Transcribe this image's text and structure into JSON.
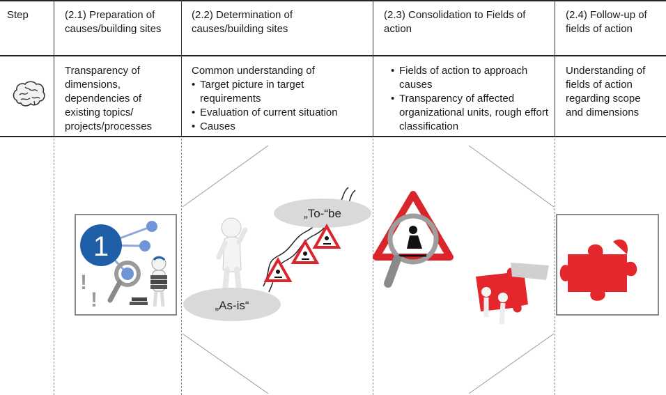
{
  "columns": [
    {
      "header": "Step",
      "body": []
    },
    {
      "header": "(2.1) Preparation of causes/building sites",
      "body": [
        "Transparency of dimensions, dependencies of existing topics/ projects/processes"
      ]
    },
    {
      "header": "(2.2) Determination of causes/building sites",
      "intro": "Common understanding of",
      "bullets": [
        "Target picture in target requirements",
        "Evaluation of current situation",
        "Causes"
      ]
    },
    {
      "header": "(2.3) Consolidation to Fields of action",
      "bullets": [
        "Fields of action to approach causes",
        "Transparency of affected organizational units, rough effort classification"
      ]
    },
    {
      "header": "(2.4) Follow-up of fields of action",
      "body": [
        "Understanding of fields of action regarding scope and dimensions"
      ]
    }
  ],
  "illustrations": {
    "step_number": "1",
    "as_is_label": "„As-is“",
    "to_be_label": "„To-“be"
  },
  "colors": {
    "accent_blue": "#1f5fa8",
    "warning_red": "#d9262c",
    "puzzle_red": "#e3272d",
    "bubble_gray": "#d9d9d9"
  },
  "icons": [
    "brain-icon",
    "network-magnifier-icon",
    "person-thinking-icon",
    "road-work-sign-icon",
    "puzzle-icon"
  ]
}
